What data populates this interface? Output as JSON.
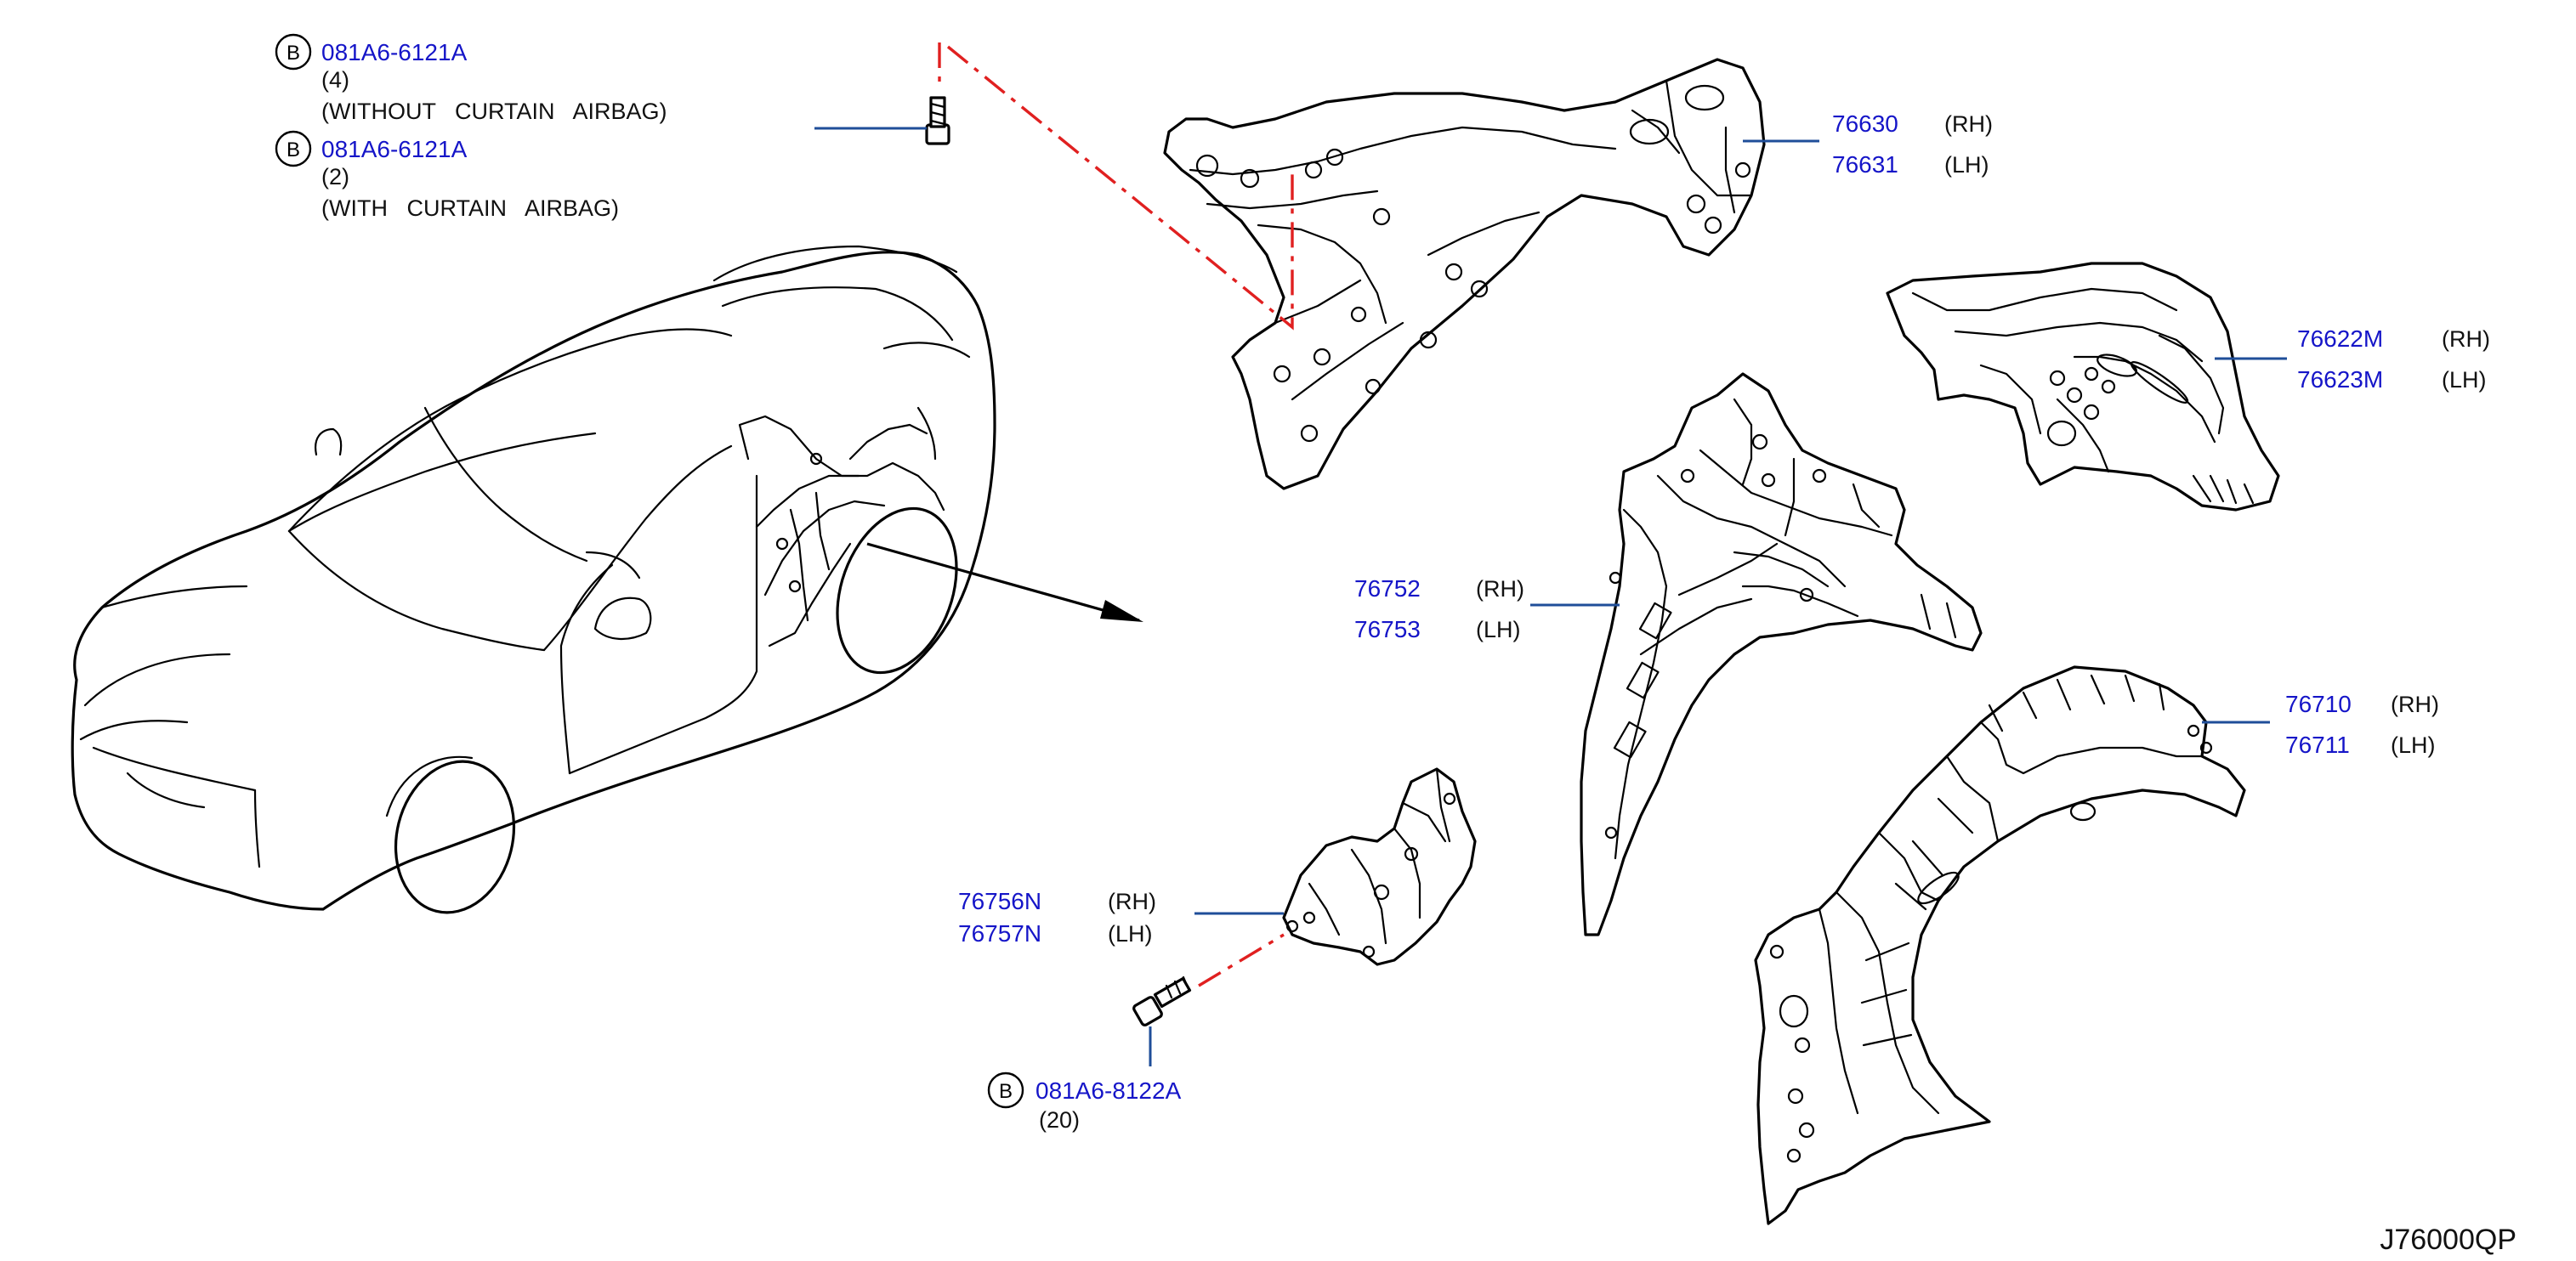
{
  "diagram_code": "J76000QP",
  "bolts": [
    {
      "marker": "B",
      "part_no": "081A6-6121A",
      "qty": "(4)",
      "note": "(WITHOUT   CURTAIN   AIRBAG)"
    },
    {
      "marker": "B",
      "part_no": "081A6-6121A",
      "qty": "(2)",
      "note": "(WITH   CURTAIN   AIRBAG)"
    },
    {
      "marker": "B",
      "part_no": "081A6-8122A",
      "qty": "(20)"
    }
  ],
  "parts": {
    "p76630": {
      "part_no": "76630",
      "side": "(RH)"
    },
    "p76631": {
      "part_no": "76631",
      "side": "(LH)"
    },
    "p76622M": {
      "part_no": "76622M",
      "side": "(RH)"
    },
    "p76623M": {
      "part_no": "76623M",
      "side": "(LH)"
    },
    "p76752": {
      "part_no": "76752",
      "side": "(RH)"
    },
    "p76753": {
      "part_no": "76753",
      "side": "(LH)"
    },
    "p76710": {
      "part_no": "76710",
      "side": "(RH)"
    },
    "p76711": {
      "part_no": "76711",
      "side": "(LH)"
    },
    "p76756N": {
      "part_no": "76756N",
      "side": "(RH)"
    },
    "p76757N": {
      "part_no": "76757N",
      "side": "(LH)"
    }
  },
  "colors": {
    "part_number": "#1515c8",
    "leader": "#1f4e99",
    "dash_line": "#e02020"
  }
}
